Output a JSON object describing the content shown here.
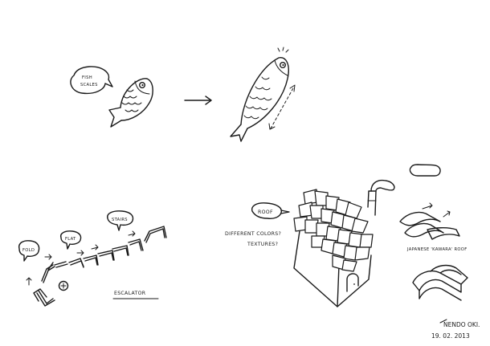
{
  "labels": {
    "fish_scales_line1": "FISH",
    "fish_scales_line2": "SCALES",
    "fold": "FOLD",
    "flat": "FLAT",
    "stairs": "STAIRS",
    "escalator": "ESCALATOR",
    "roof": "ROOF",
    "colors_line1": "DIFFERENT COLORS?",
    "colors_line2": "TEXTURES?",
    "kawara": "JAPANESE 'KAWARA' ROOF",
    "signature": "NENDO OKI.",
    "date": "19. 02. 2013"
  },
  "colors": {
    "ink": "#1a1a1a",
    "paper": "#ffffff"
  }
}
